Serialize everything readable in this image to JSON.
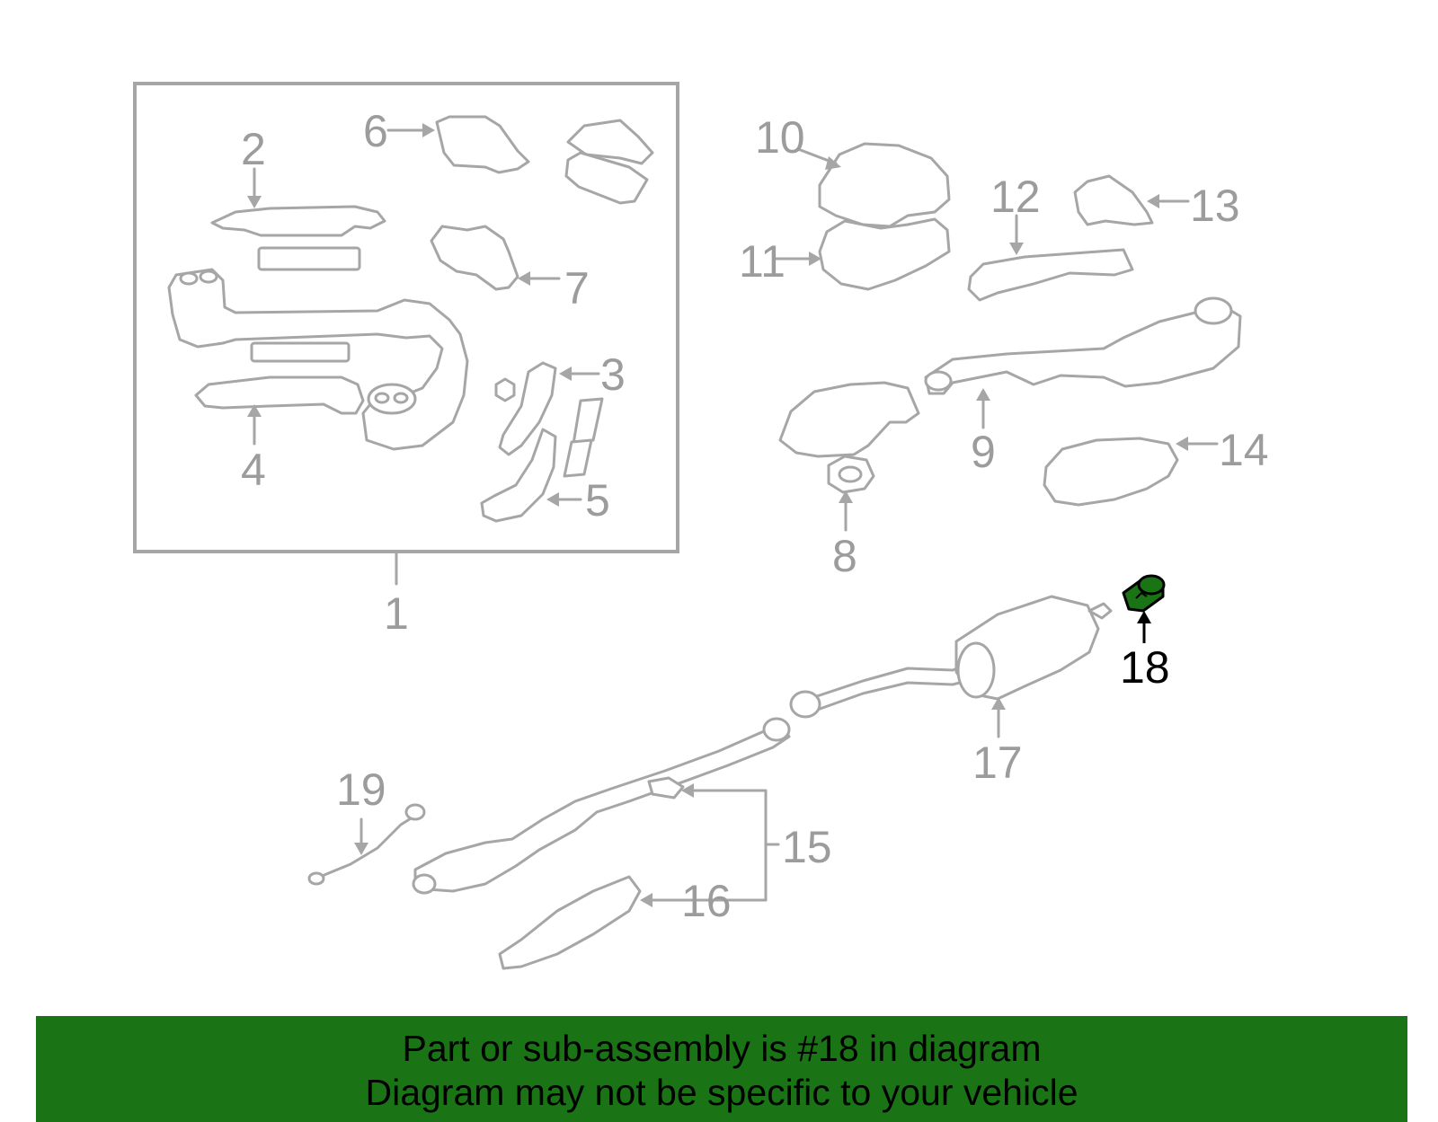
{
  "callouts": [
    {
      "id": "1",
      "label": "1"
    },
    {
      "id": "2",
      "label": "2"
    },
    {
      "id": "3",
      "label": "3"
    },
    {
      "id": "4",
      "label": "4"
    },
    {
      "id": "5",
      "label": "5"
    },
    {
      "id": "6",
      "label": "6"
    },
    {
      "id": "7",
      "label": "7"
    },
    {
      "id": "8",
      "label": "8"
    },
    {
      "id": "9",
      "label": "9"
    },
    {
      "id": "10",
      "label": "10"
    },
    {
      "id": "11",
      "label": "11"
    },
    {
      "id": "12",
      "label": "12"
    },
    {
      "id": "13",
      "label": "13"
    },
    {
      "id": "14",
      "label": "14"
    },
    {
      "id": "15",
      "label": "15"
    },
    {
      "id": "16",
      "label": "16"
    },
    {
      "id": "17",
      "label": "17"
    },
    {
      "id": "18",
      "label": "18"
    },
    {
      "id": "19",
      "label": "19"
    }
  ],
  "highlight": {
    "callout": "18",
    "color": "#1a7416"
  },
  "banner": {
    "line1": "Part or sub-assembly is #18 in diagram",
    "line2": "Diagram may not be specific to your vehicle",
    "color": "#1a7416"
  }
}
